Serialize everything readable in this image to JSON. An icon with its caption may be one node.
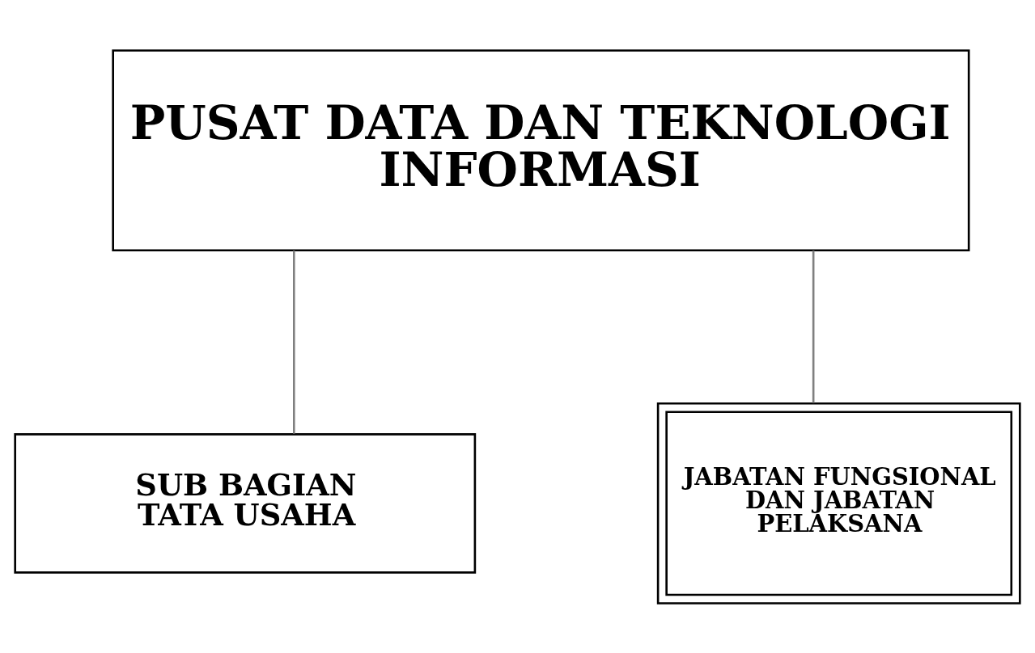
{
  "diagram": {
    "nodes": [
      {
        "text": [
          "PUSAT DATA DAN TEKNOLOGI INFORMASI"
        ]
      },
      {
        "text": [
          "SUB BAGIAN TATA USAHA"
        ]
      },
      {
        "text": [
          "JABATAN FUNGSIONAL DAN JABATAN PELAKSANA"
        ]
      }
    ],
    "edges": [
      {
        "from": 0,
        "to": 1,
        "arrow": "none"
      },
      {
        "from": 0,
        "to": 2,
        "arrow": "none"
      }
    ]
  }
}
